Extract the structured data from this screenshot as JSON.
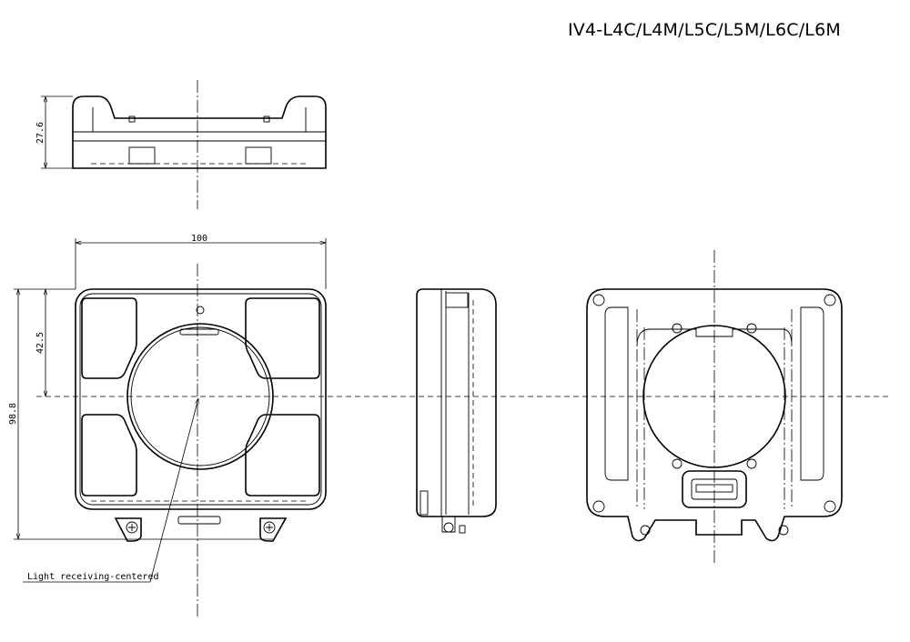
{
  "title": "IV4-L4C/L4M/L5C/L5M/L6C/L6M",
  "dimensions": {
    "height_top_view": "27.6",
    "width": "100",
    "center_offset": "42.5",
    "overall_height": "98.8"
  },
  "callout": "Light receiving-centered"
}
